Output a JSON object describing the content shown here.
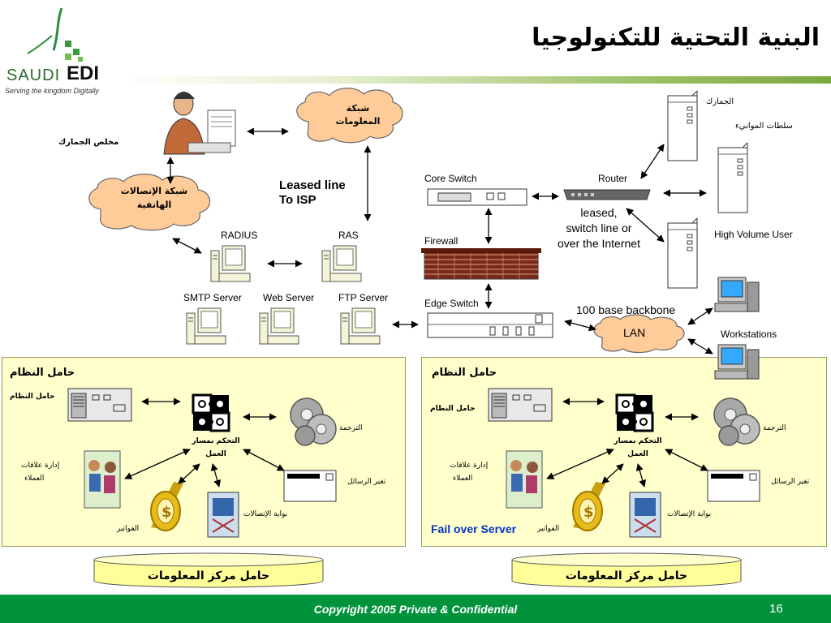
{
  "slide": {
    "title": "البنية التحتية للتكنولوجيا",
    "logo": {
      "brand_left": "SAUDI",
      "brand_right": "EDI",
      "tagline": "Serving the kingdom Digitally"
    },
    "footer": {
      "copyright": "Copyright 2005 Private & Confidential",
      "page_number": "16"
    }
  },
  "network": {
    "customs_broker": "مخلص الجمارك",
    "info_network": [
      "شبكة",
      "المعلومات"
    ],
    "telecom_network": [
      "شبكة الإتصالات",
      "الهاتفية"
    ],
    "leased_line": [
      "Leased line",
      "To ISP"
    ],
    "radius": "RADIUS",
    "ras": "RAS",
    "smtp_server": "SMTP Server",
    "web_server": "Web Server",
    "ftp_server": "FTP Server",
    "core_switch": "Core Switch",
    "router": "Router",
    "firewall": "Firewall",
    "edge_switch": "Edge Switch",
    "leased_switch": [
      "leased,",
      "switch line or",
      "over the Internet"
    ],
    "customs": "الجمارك",
    "ports_authority": "سلطات الموانيء",
    "high_volume_user": "High Volume User",
    "backbone": "100 base backbone",
    "lan": "LAN",
    "workstations": "Workstations"
  },
  "panels": [
    {
      "header": "حامل النظام",
      "host_label": "حامل النظام",
      "workflow": [
        "التحكم بمسار",
        "العمل"
      ],
      "translation": "الترجمة",
      "crm": [
        "إدارة علاقات",
        "العملاء"
      ],
      "message_change": "تغير الرسائل",
      "gateway": "بوابة الإتصالات",
      "billing": "الفواتير",
      "data_center": "حامل مركز المعلومات"
    },
    {
      "header": "حامل النظام",
      "host_label": "حامل النظام",
      "workflow": [
        "التحكم بمسار",
        "العمل"
      ],
      "translation": "الترجمة",
      "crm": [
        "إدارة علاقات",
        "العملاء"
      ],
      "message_change": "تغير الرسائل",
      "gateway": "بوابة الإتصالات",
      "billing": "الفواتير",
      "failover": "Fail over Server",
      "data_center": "حامل مركز المعلومات"
    }
  ],
  "colors": {
    "footer": "#00933c",
    "panel": "#ffffcc",
    "cloud": "#ffcc99",
    "failover": "#0033cc"
  }
}
